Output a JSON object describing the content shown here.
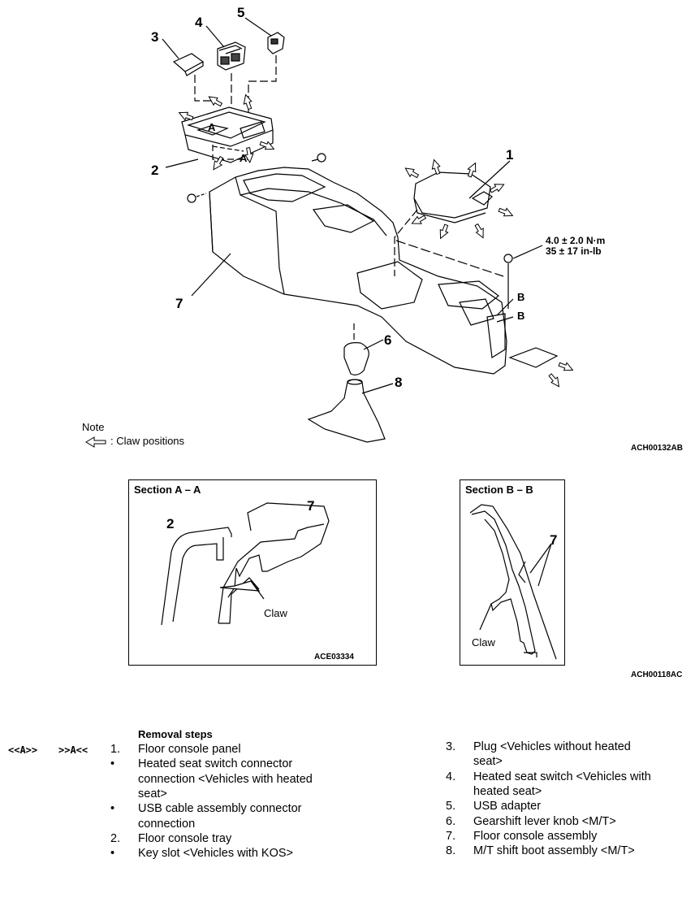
{
  "callouts": {
    "c1": "1",
    "c2": "2",
    "c3": "3",
    "c4": "4",
    "c5": "5",
    "c6": "6",
    "c7": "7",
    "c8": "8",
    "sectionA1": "A",
    "sectionA2": "A",
    "sectionB1": "B",
    "sectionB2": "B"
  },
  "torque": {
    "line1": "4.0 ± 2.0 N·m",
    "line2": "35 ± 17 in-lb"
  },
  "note": {
    "title": "Note",
    "legend": ": Claw positions"
  },
  "figure_codes": {
    "main": "ACH00132AB",
    "sections": "ACH00118AC",
    "sectionA": "ACE03334"
  },
  "section_a": {
    "title": "Section A – A",
    "label2": "2",
    "label7": "7",
    "claw": "Claw"
  },
  "section_b": {
    "title": "Section B – B",
    "label7": "7",
    "claw": "Claw"
  },
  "removal": {
    "heading": "Removal steps",
    "markers": {
      "left": "<<A>>",
      "right": ">>A<<"
    },
    "left_steps": [
      {
        "n": "1.",
        "text": "Floor console panel"
      },
      {
        "n": "•",
        "text": "Heated seat switch connector"
      },
      {
        "n": "",
        "text": "connection <Vehicles with heated"
      },
      {
        "n": "",
        "text": "seat>"
      },
      {
        "n": "•",
        "text": "USB cable assembly connector"
      },
      {
        "n": "",
        "text": "connection"
      },
      {
        "n": "2.",
        "text": "Floor console tray"
      },
      {
        "n": "•",
        "text": "Key slot <Vehicles with KOS>"
      }
    ],
    "right_steps": [
      {
        "n": "3.",
        "text": "Plug <Vehicles without heated"
      },
      {
        "n": "",
        "text": "seat>"
      },
      {
        "n": "4.",
        "text": "Heated seat switch <Vehicles with"
      },
      {
        "n": "",
        "text": "heated seat>"
      },
      {
        "n": "5.",
        "text": "USB adapter"
      },
      {
        "n": "6.",
        "text": "Gearshift lever knob <M/T>"
      },
      {
        "n": "7.",
        "text": "Floor console assembly"
      },
      {
        "n": "8.",
        "text": "M/T shift boot assembly <M/T>"
      }
    ]
  }
}
